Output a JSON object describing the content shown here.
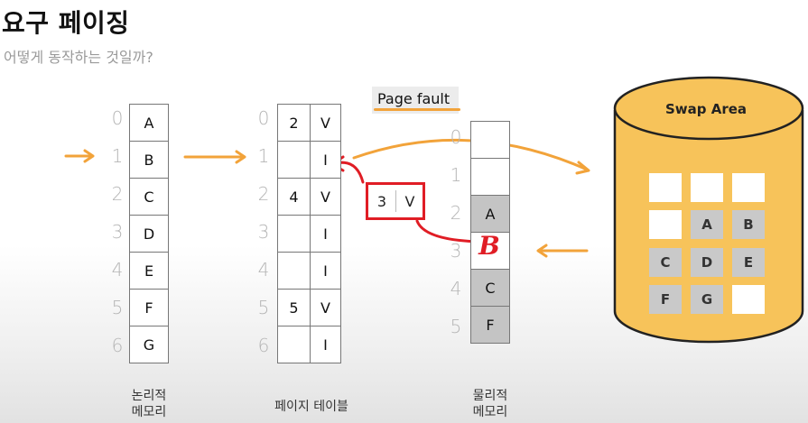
{
  "title": "요구 페이징",
  "subtitle": "어떻게 동작하는 것일까?",
  "logical_memory": {
    "indices": [
      "0",
      "1",
      "2",
      "3",
      "4",
      "5",
      "6"
    ],
    "cells": [
      "A",
      "B",
      "C",
      "D",
      "E",
      "F",
      "G"
    ],
    "caption_line1": "논리적",
    "caption_line2": "메모리"
  },
  "page_table": {
    "indices": [
      "0",
      "1",
      "2",
      "3",
      "4",
      "5",
      "6"
    ],
    "frames": [
      "2",
      "",
      "4",
      "",
      "",
      "5",
      ""
    ],
    "bits": [
      "V",
      "I",
      "V",
      "I",
      "I",
      "V",
      "I"
    ],
    "caption": "페이지 테이블"
  },
  "physical_memory": {
    "indices": [
      "0",
      "1",
      "2",
      "3",
      "4",
      "5"
    ],
    "cells": [
      "",
      "",
      "A",
      "",
      "C",
      "F"
    ],
    "caption_line1": "물리적",
    "caption_line2": "메모리"
  },
  "page_fault_label": "Page fault",
  "new_entry": {
    "frame": "3",
    "bit": "V"
  },
  "handwritten_letter": "B",
  "swap_area": {
    "label": "Swap Area",
    "slots": [
      "",
      "",
      "",
      "",
      "A",
      "B",
      "C",
      "D",
      "E",
      "F",
      "G",
      ""
    ]
  },
  "colors": {
    "accent_orange": "#f2a33a",
    "swap_fill": "#f7c35a",
    "annotation_red": "#e01d25"
  }
}
